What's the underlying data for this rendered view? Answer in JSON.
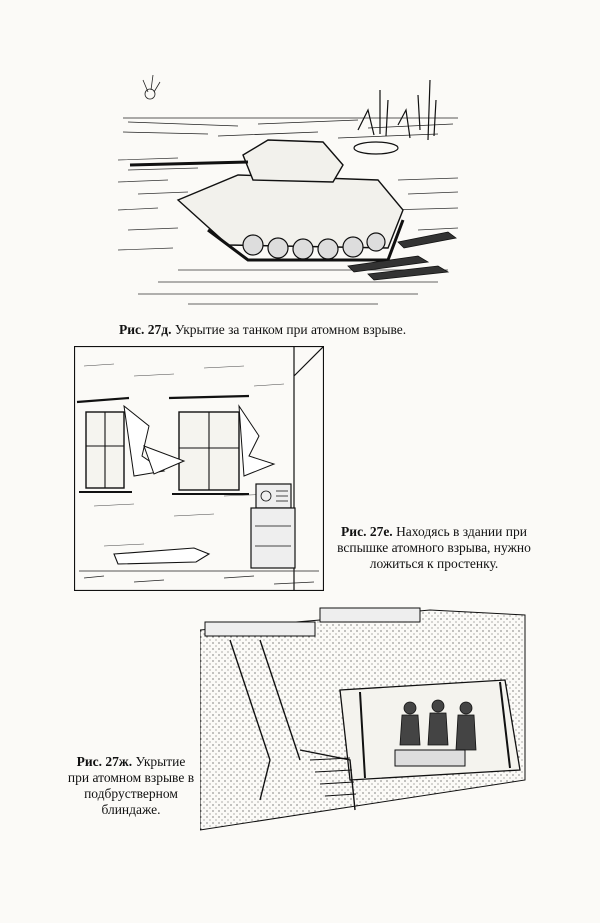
{
  "figures": {
    "tank": {
      "caption_label": "Рис. 27д.",
      "caption_text": "Укрытие за танком при атомном взрыве."
    },
    "building": {
      "caption_label": "Рис. 27е.",
      "caption_text": "Находясь в здании при вспышке атомного взрыва, нужно ложиться к простенку."
    },
    "dugout": {
      "caption_label": "Рис. 27ж.",
      "caption_text": "Укрытие при атомном взрыве в подбрустверном блиндаже."
    }
  },
  "colors": {
    "ink": "#111111",
    "paper": "#fbfaf7"
  }
}
